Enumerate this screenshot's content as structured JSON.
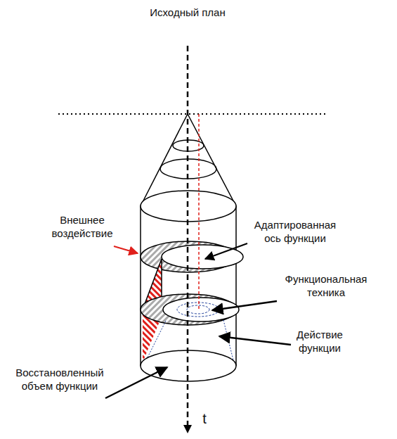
{
  "diagram": {
    "labels": [
      "Исходный план",
      "Внешнее воздействие",
      "Адаптированная ось функции",
      "Функциональная техника",
      "Действие функции",
      "Восстановленный объем функции",
      "t"
    ]
  }
}
